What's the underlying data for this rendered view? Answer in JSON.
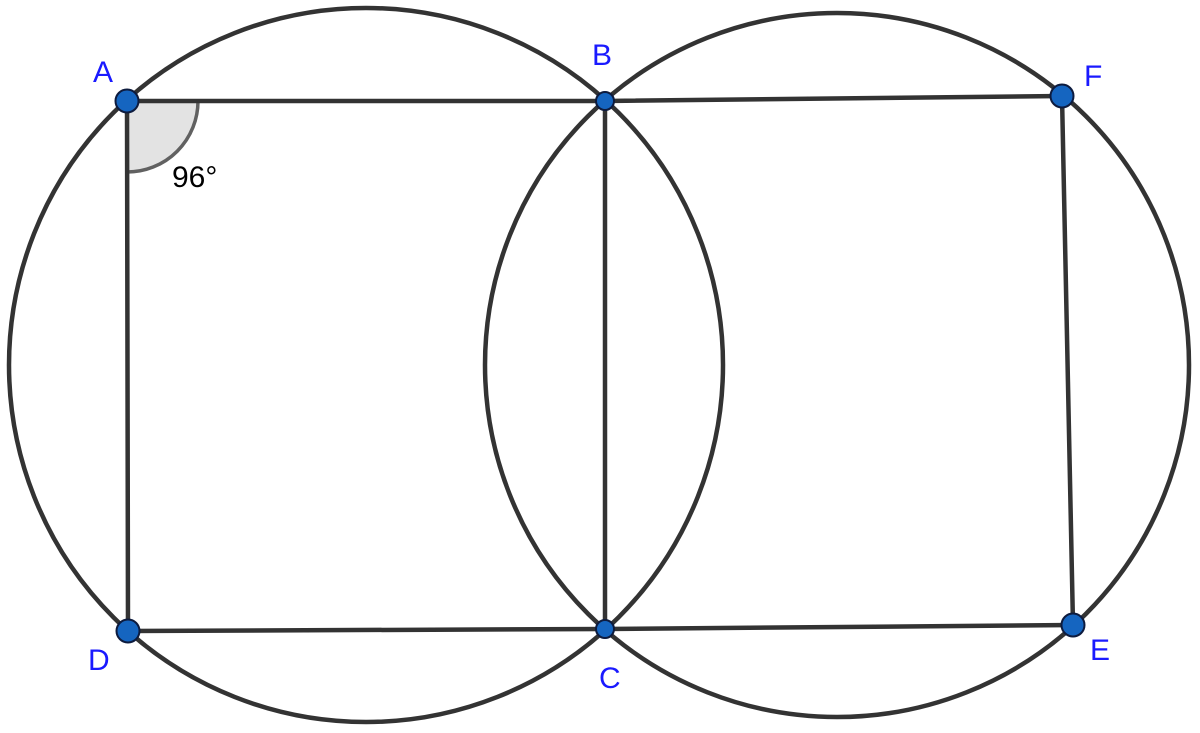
{
  "colors": {
    "stroke": "#333333",
    "point_fill": "#1565c0",
    "point_stroke": "#0d1b3e",
    "label": "#1a1aff",
    "angle_fill": "#e3e3e3",
    "angle_stroke": "#616161"
  },
  "points": {
    "A": {
      "label": "A"
    },
    "B": {
      "label": "B"
    },
    "C": {
      "label": "C"
    },
    "D": {
      "label": "D"
    },
    "E": {
      "label": "E"
    },
    "F": {
      "label": "F"
    }
  },
  "angle": {
    "vertex": "A",
    "label": "96°"
  }
}
